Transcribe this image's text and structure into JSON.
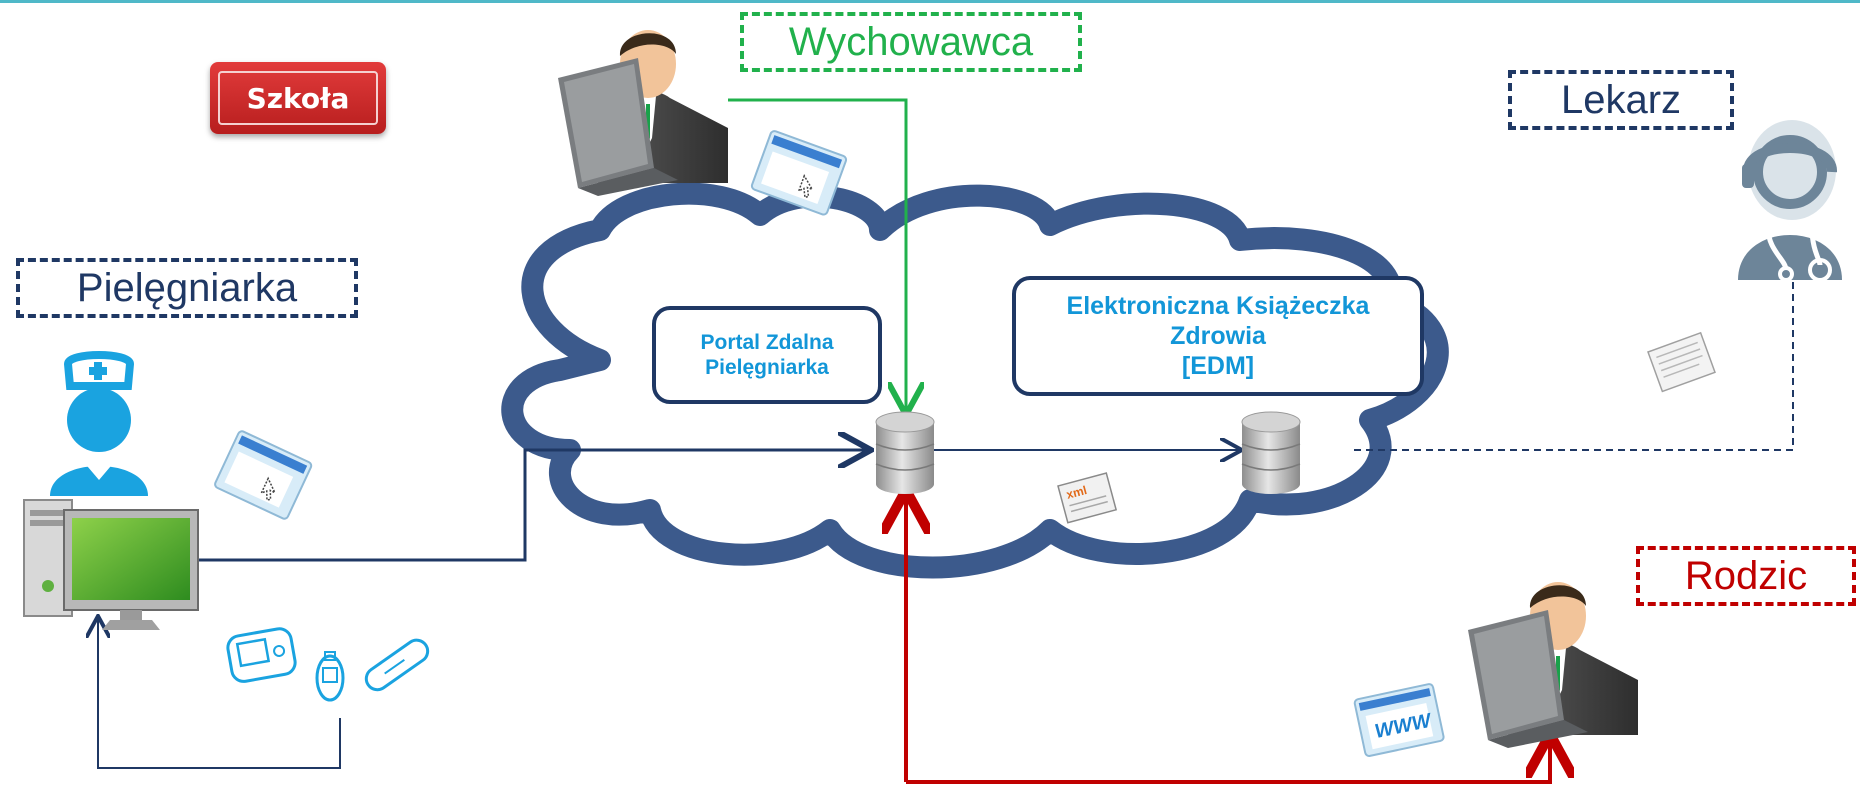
{
  "labels": {
    "szkola": "Szkoła",
    "wychowawca": "Wychowawca",
    "lekarz": "Lekarz",
    "pielegniarka": "Pielęgniarka",
    "rodzic": "Rodzic"
  },
  "boxes": {
    "portal": [
      "Portal Zdalna",
      "Pielęgniarka"
    ],
    "ekz": [
      "Elektroniczna Książeczka",
      "Zdrowia",
      "[EDM]"
    ]
  },
  "icon_text": {
    "xml": "xml",
    "www": "WWW"
  },
  "colors": {
    "navy": "#1f3864",
    "green": "#21b14c",
    "red": "#c00000",
    "blue_text": "#1296d8",
    "cloud": "#3c5a8c",
    "icon_blue": "#1aa3e0"
  },
  "icons": [
    "teacher-laptop-icon",
    "doctor-icon",
    "nurse-icon",
    "computer-icon",
    "database-icon",
    "web-form-icon",
    "document-icon",
    "xml-document-icon",
    "medical-device-icon",
    "parent-laptop-icon"
  ]
}
